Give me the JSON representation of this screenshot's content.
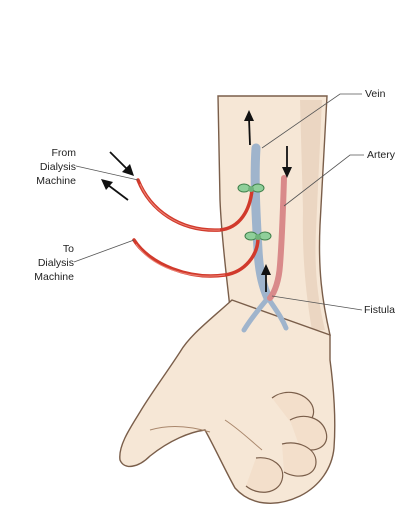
{
  "labels": {
    "from_line1": "From",
    "from_line2": "Dialysis",
    "from_line3": "Machine",
    "to_line1": "To",
    "to_line2": "Dialysis",
    "to_line3": "Machine",
    "vein": "Vein",
    "artery": "Artery",
    "fistula": "Fistula"
  },
  "colors": {
    "skin": "#f6e7d6",
    "skin_shadow": "#d9bda2",
    "vein": "#9fb4cc",
    "artery": "#d98a8a",
    "tube": "#d13a2c",
    "clamp": "#8fcf9a",
    "arrow": "#111111"
  }
}
